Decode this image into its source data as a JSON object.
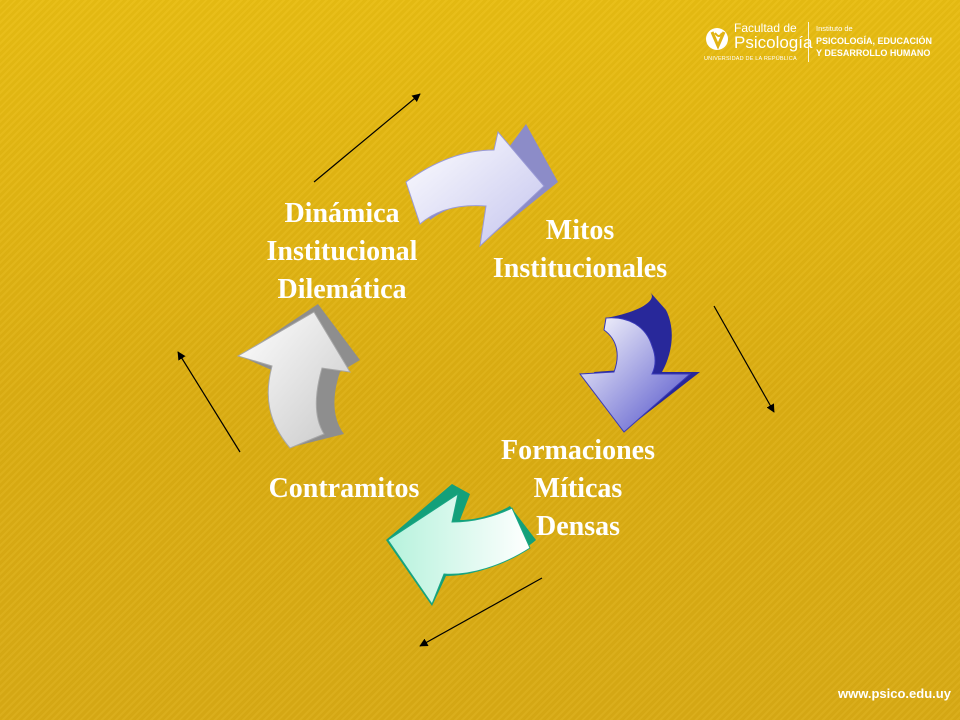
{
  "logo": {
    "faculty_line1": "Facultad de",
    "faculty_line2": "Psicología",
    "university": "UNIVERSIDAD DE LA REPÚBLICA",
    "institute_line1": "Instituto de",
    "institute_line2": "PSICOLOGÍA, EDUCACIÓN",
    "institute_line3": "Y DESARROLLO HUMANO"
  },
  "cycle": {
    "dinamica": [
      "Dinámica",
      "Institucional",
      "Dilemática"
    ],
    "mitos": [
      "Mitos",
      "Institucionales"
    ],
    "formaciones": [
      "Formaciones",
      "Míticas",
      "Densas"
    ],
    "contramitos": [
      "Contramitos"
    ]
  },
  "website": "www.psico.edu.uy",
  "colors": {
    "background": "#e1b312",
    "label_text": "#ffffff",
    "arrow_top": "#d8d8f4",
    "arrow_right": "#3a3ab8",
    "arrow_bottom": "#22b08c",
    "arrow_left": "#b8b8b8"
  }
}
